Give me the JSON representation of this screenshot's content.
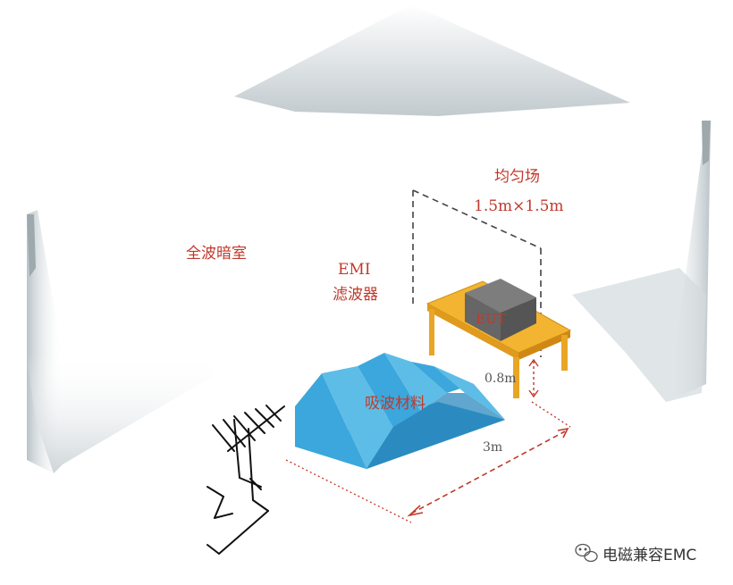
{
  "labels": {
    "chamber": "全波暗室",
    "uniform_field_title": "均匀场",
    "uniform_field_size": "1.5m×1.5m",
    "emi_line1": "EMI",
    "emi_line2": "滤波器",
    "eut": "EUT",
    "absorber": "吸波材料",
    "table_height": "0.8m",
    "distance": "3m"
  },
  "watermark": {
    "text": "电磁兼容EMC",
    "icon": "wechat-icon"
  },
  "colors": {
    "label_red": "#c0392b",
    "absorber_blue": "#3ba7dc",
    "table_yellow": "#f2b431",
    "eut_gray": "#6b6b6b",
    "dash_red": "#c0392b"
  }
}
